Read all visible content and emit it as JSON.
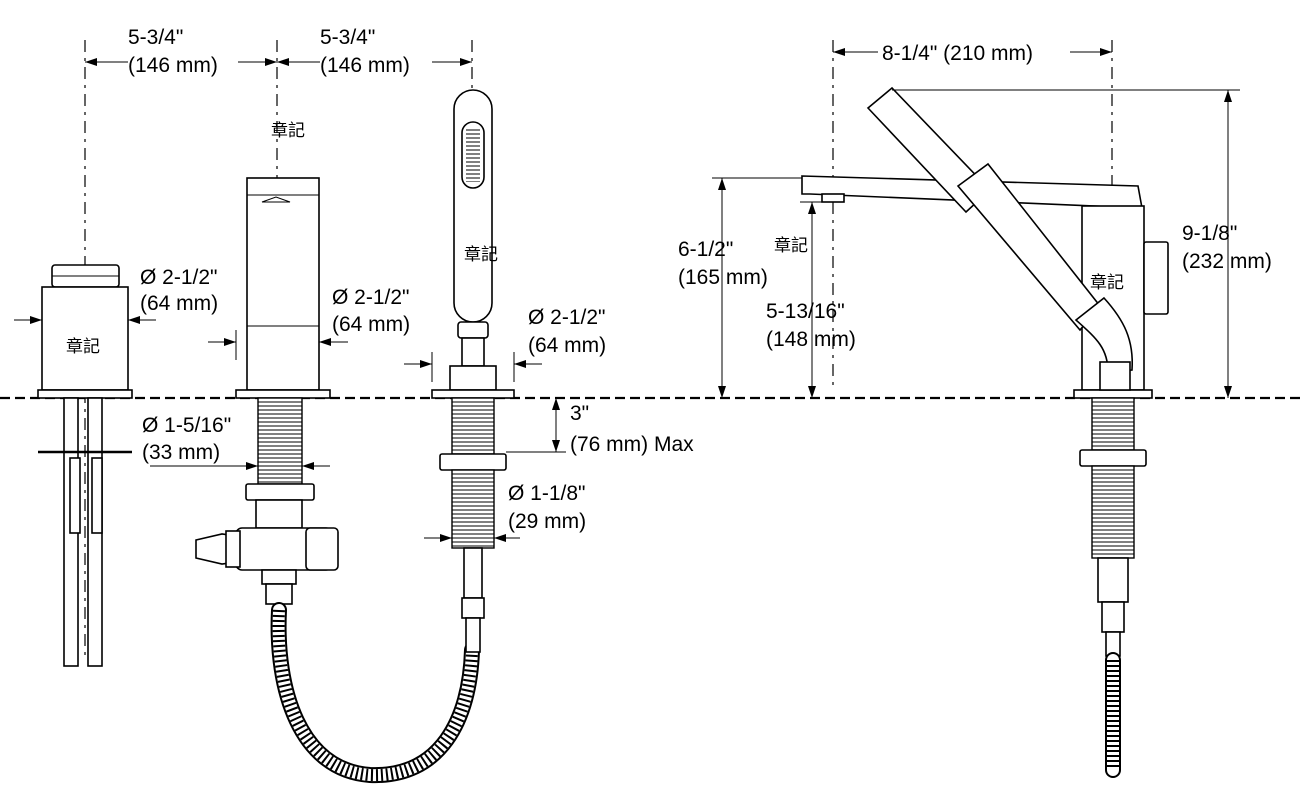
{
  "dimensions": {
    "spacing_left_in": "5-3/4\"",
    "spacing_left_mm": "(146 mm)",
    "spacing_right_in": "5-3/4\"",
    "spacing_right_mm": "(146 mm)",
    "handle_dia_in": "Ø 2-1/2\"",
    "handle_dia_mm": "(64 mm)",
    "spout_dia_in": "Ø 2-1/2\"",
    "spout_dia_mm": "(64 mm)",
    "shower_dia_in": "Ø 2-1/2\"",
    "shower_dia_mm": "(64 mm)",
    "shank_dia_in": "Ø 1-5/16\"",
    "shank_dia_mm": "(33 mm)",
    "deck_max_in": "3\"",
    "deck_max_mm": "(76 mm) Max",
    "hole_dia_in": "Ø 1-1/8\"",
    "hole_dia_mm": "(29 mm)",
    "reach_label": "8-1/4\" (210 mm)",
    "spout_height_in": "6-1/2\"",
    "spout_height_mm": "(165 mm)",
    "outlet_height_in": "5-13/16\"",
    "outlet_height_mm": "(148 mm)",
    "overall_height_in": "9-1/8\"",
    "overall_height_mm": "(232 mm)"
  },
  "stamps": {
    "stamp_1": "章記",
    "stamp_2": "章記",
    "stamp_3": "章記",
    "stamp_4": "章記",
    "stamp_5": "章記"
  }
}
